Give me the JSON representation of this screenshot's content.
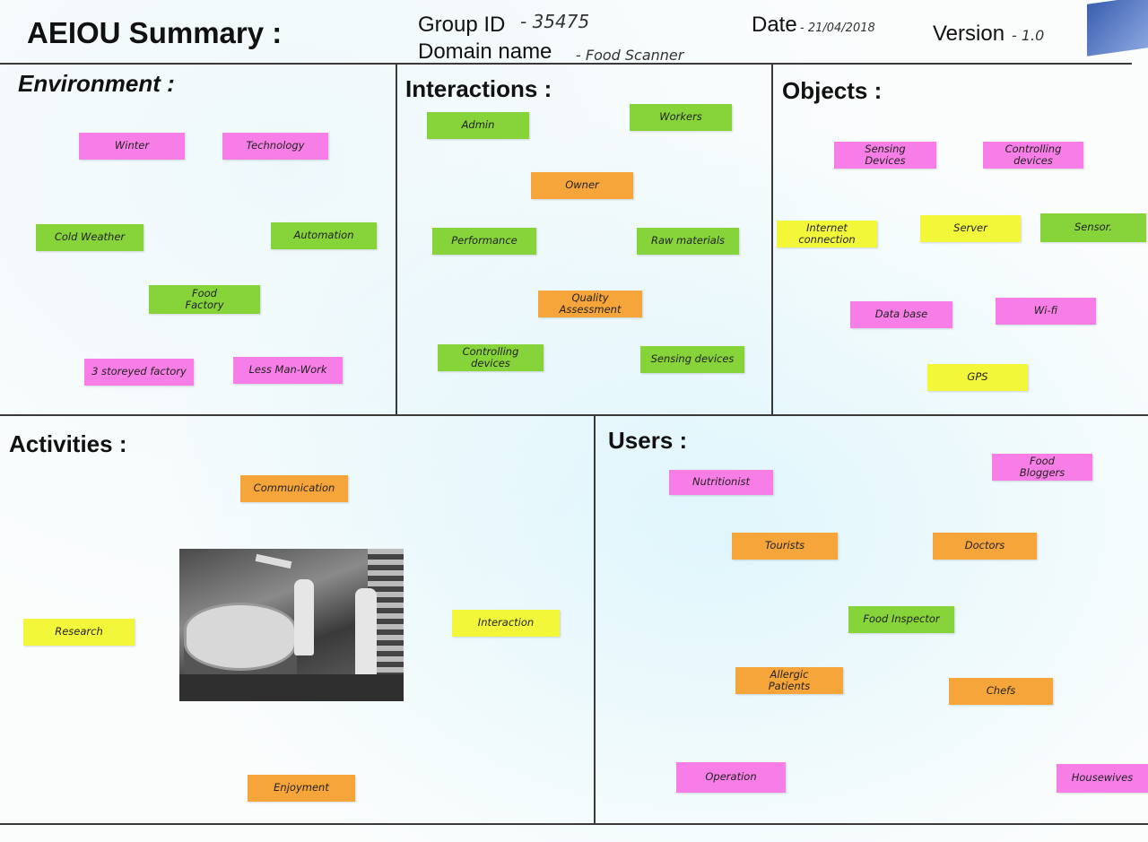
{
  "header": {
    "title": "AEIOU Summary :",
    "group_id_label": "Group ID",
    "group_id_value": "- 35475",
    "domain_label": "Domain name",
    "domain_value": "- Food Scanner",
    "date_label": "Date",
    "date_value": "- 21/04/2018",
    "version_label": "Version",
    "version_value": "- 1.0"
  },
  "sections": {
    "environment": "Environment :",
    "interactions": "Interactions :",
    "objects": "Objects :",
    "activities": "Activities :",
    "users": "Users :"
  },
  "notes": {
    "environment": [
      "Winter",
      "Technology",
      "Cold Weather",
      "Automation",
      "Food\nFactory",
      "3 storeyed factory",
      "Less Man-Work"
    ],
    "interactions": [
      "Admin",
      "Workers",
      "Owner",
      "Performance",
      "Raw materials",
      "Quality\nAssessment",
      "Controlling\ndevices",
      "Sensing devices"
    ],
    "objects": [
      "Sensing\nDevices",
      "Controlling\ndevices",
      "Internet\nconnection",
      "Server",
      "Sensor.",
      "Data base",
      "Wi-fi",
      "GPS"
    ],
    "activities": [
      "Communication",
      "Research",
      "Interaction",
      "Enjoyment"
    ],
    "users": [
      "Nutritionist",
      "Food\nBloggers",
      "Tourists",
      "Doctors",
      "Food Inspector",
      "Allergic\nPatients",
      "Chefs",
      "Operation",
      "Housewives"
    ]
  },
  "colors": {
    "green": "#86d43a",
    "pink": "#f77ee6",
    "orange": "#f6a53a",
    "yellow": "#f3f73a"
  }
}
